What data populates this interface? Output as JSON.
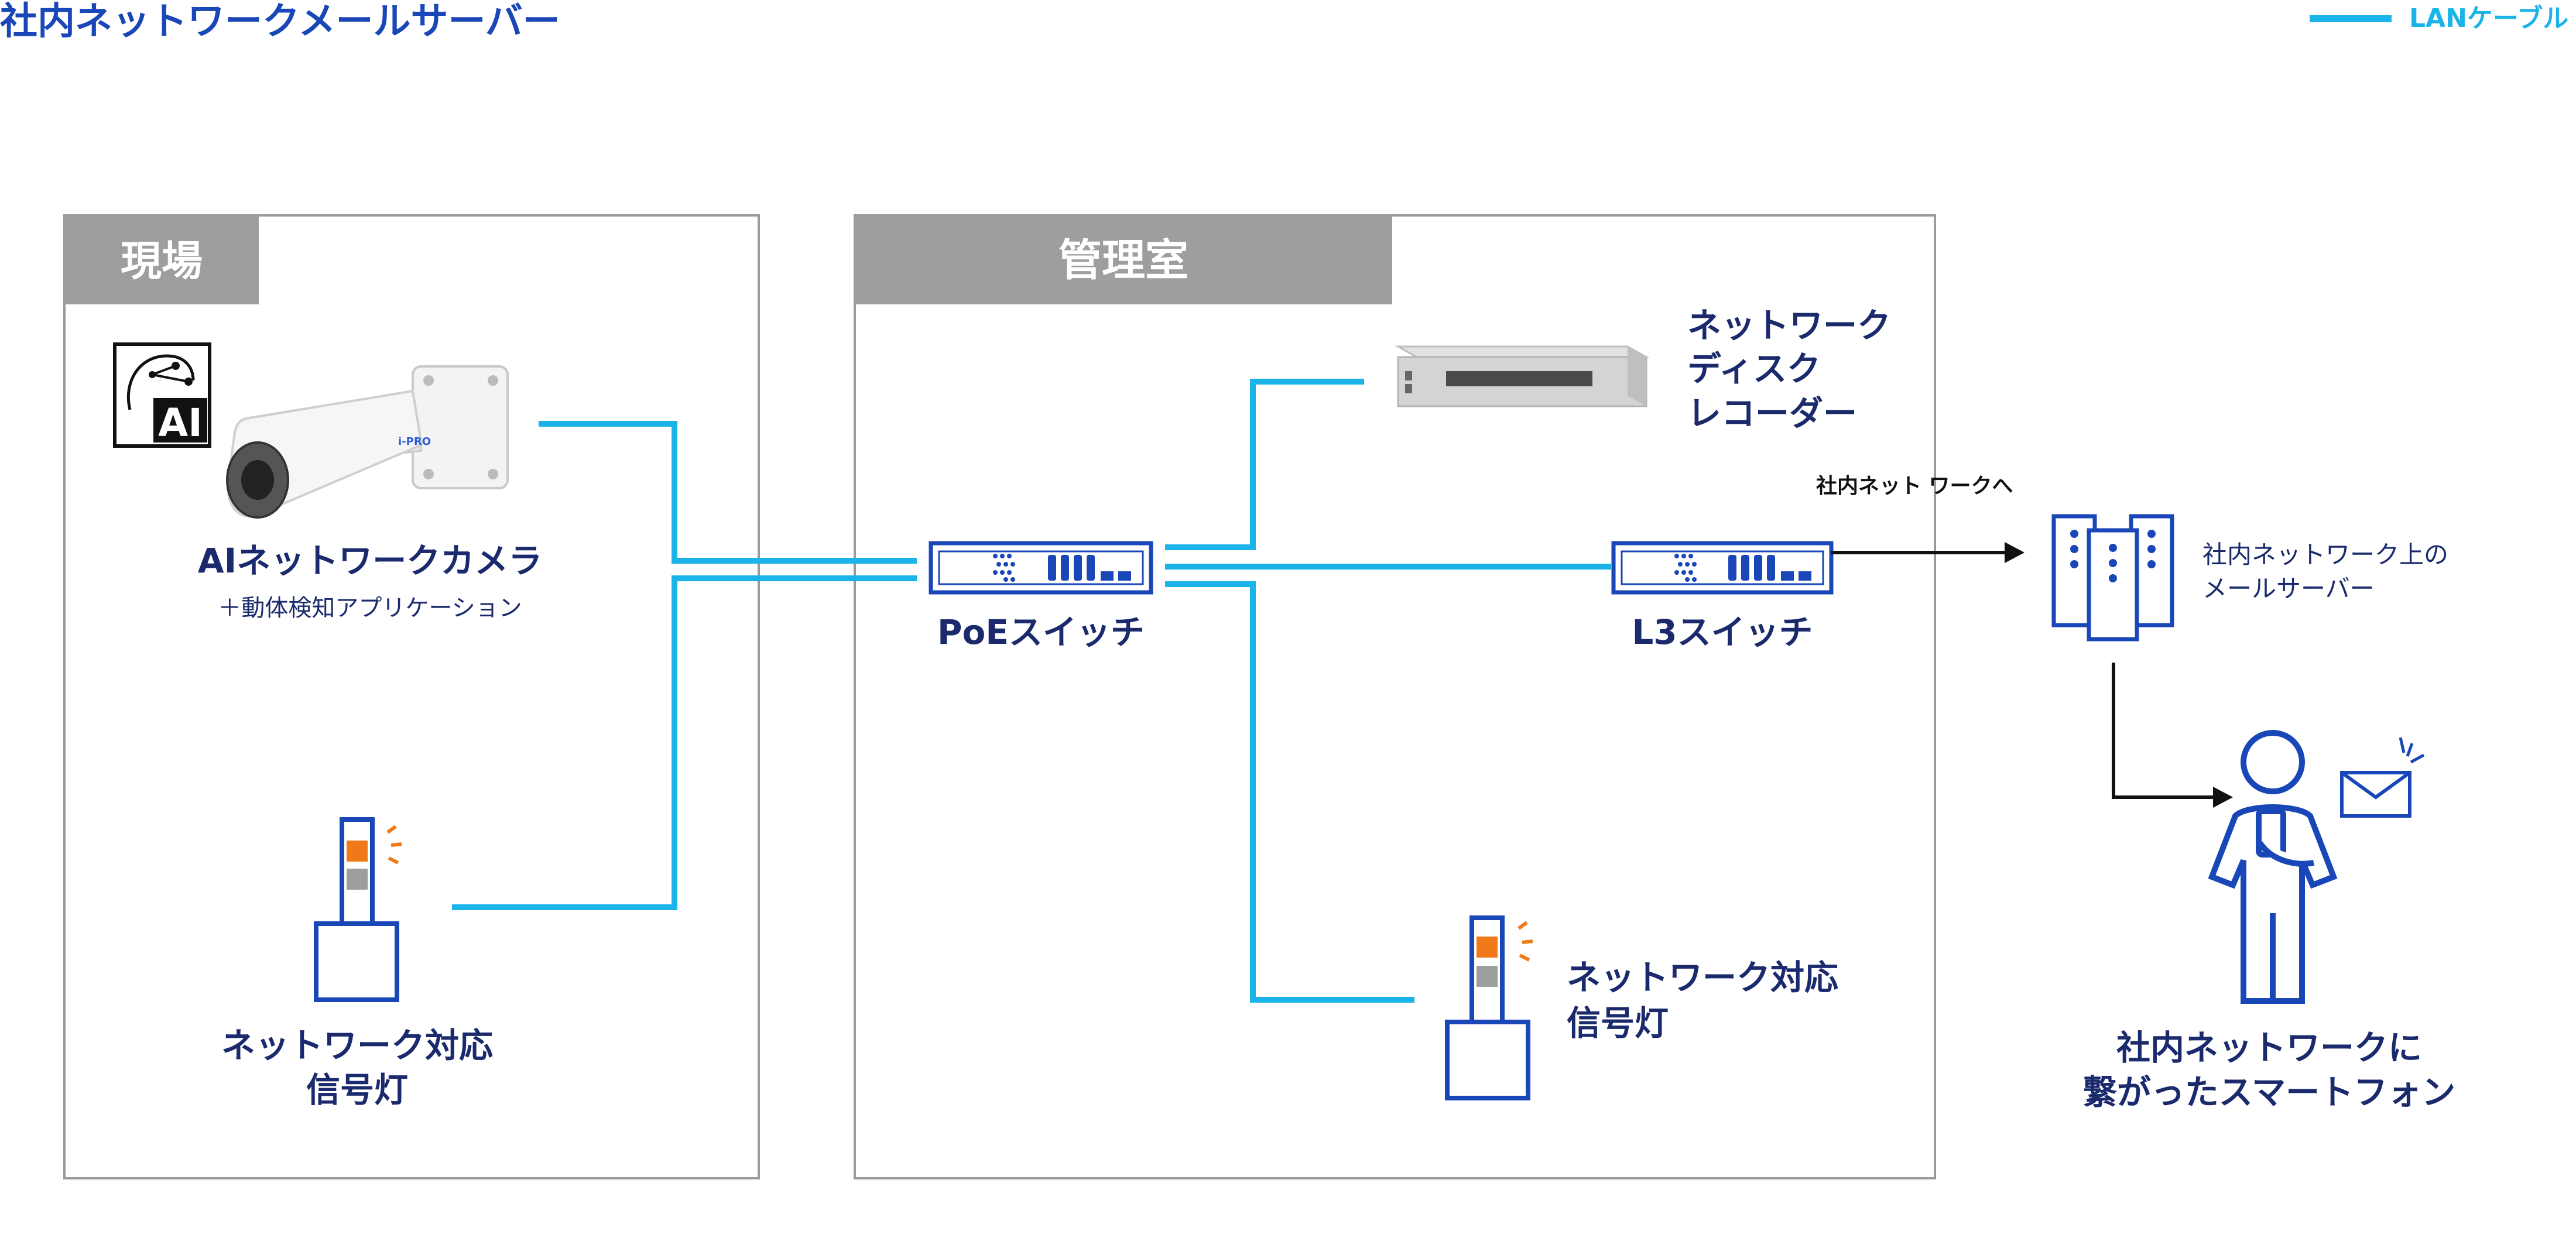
{
  "title": "社内ネットワークメールサーバー",
  "legend": {
    "label": "LANケーブル",
    "color": "#1ab4e8"
  },
  "colors": {
    "cable": "#1ab4e8",
    "icon": "#1a47b8",
    "text": "#1a2a6c",
    "header_bg": "#9e9e9e",
    "panel_border": "#9a9a9a",
    "accent": "#f07a1a"
  },
  "zones": {
    "site": {
      "label": "現場"
    },
    "control_room": {
      "label": "管理室"
    }
  },
  "devices": {
    "camera": {
      "label": "AIネットワークカメラ",
      "sublabel": "＋動体検知アプリケーション",
      "badge": "AI",
      "brand": "i-PRO"
    },
    "signal_site": {
      "line1": "ネットワーク対応",
      "line2": "信号灯"
    },
    "poe_switch": {
      "label": "PoEスイッチ"
    },
    "recorder": {
      "line1": "ネットワーク",
      "line2": "ディスク",
      "line3": "レコーダー"
    },
    "l3_switch": {
      "label": "L3スイッチ"
    },
    "signal_room": {
      "line1": "ネットワーク対応",
      "line2": "信号灯"
    },
    "mail_server": {
      "line1": "社内ネットワーク上の",
      "line2": "メールサーバー"
    },
    "smartphone_user": {
      "line1": "社内ネットワークに",
      "line2": "繋がったスマートフォン"
    }
  },
  "arrow_label": "社内ネット ワークへ"
}
